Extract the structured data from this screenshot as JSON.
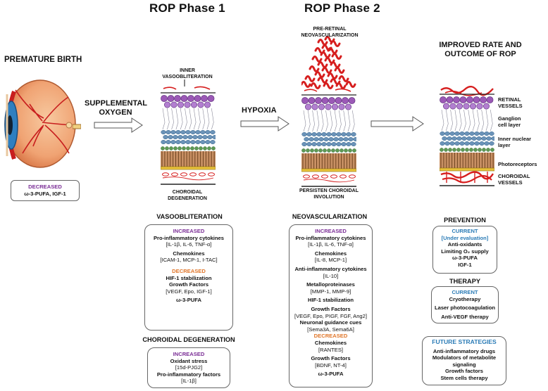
{
  "headers": {
    "phase1": "ROP Phase 1",
    "phase2": "ROP Phase 2",
    "improved_line1": "IMPROVED RATE AND",
    "improved_line2": "OUTCOME OF ROP",
    "premature": "PREMATURE BIRTH"
  },
  "arrows": {
    "supplemental_line1": "SUPPLEMENTAL",
    "supplemental_line2": "OXYGEN",
    "hypoxia": "HYPOXIA"
  },
  "retina_labels": {
    "inner_vaso_line1": "INNER",
    "inner_vaso_line2": "VASOOBLITERATION",
    "choroidal_deg_line1": "CHOROIDAL",
    "choroidal_deg_line2": "DEGENERATION",
    "preretinal_line1": "PRE-RETINAL",
    "preretinal_line2": "NEOVASCULARIZATION",
    "persisten_line1": "PERSISTEN CHOROIDAL",
    "persisten_line2": "INVOLUTION"
  },
  "side_labels": {
    "retinal_vessels_1": "RETINAL",
    "retinal_vessels_2": "VESSELS",
    "ganglion_1": "Ganglion",
    "ganglion_2": "cell layer",
    "inner_nuclear_1": "Inner nuclear",
    "inner_nuclear_2": "layer",
    "photoreceptors": "Photoreceptors",
    "choroidal_vessels_1": "CHOROIDAL",
    "choroidal_vessels_2": "VESSELS"
  },
  "premature_box": {
    "heading": "DECREASED",
    "text": "ω-3-PUFA, IGF-1"
  },
  "vaso": {
    "title": "VASOOBLITERATION",
    "increased": "INCREASED",
    "pro_inflam": "Pro-inflammatory cytokines",
    "pro_inflam_list": "[IL-1β, IL-6, TNF-α]",
    "chemokines": "Chemokines",
    "chemokines_list": "[ICAM-1, MCP-1, I-TAC]",
    "decreased": "DECREASED",
    "hif": "HIF-1 stabilization",
    "growth": "Growth Factors",
    "growth_list": "[VEGF, Epo, IGF-1]",
    "pufa": "ω-3-PUFA"
  },
  "choroidal": {
    "title": "CHOROIDAL DEGENERATION",
    "increased": "INCREASED",
    "oxidant": "Oxidant stress",
    "oxidant_list": "[15d-PJG2]",
    "pro_inflam": "Pro-inflammatory factors",
    "pro_inflam_list": "[IL-1β]"
  },
  "neo": {
    "title": "NEOVASCULARIZATION",
    "increased": "INCREASED",
    "pro_inflam": "Pro-inflammatory cytokines",
    "pro_inflam_list": "[IL-1β, IL-6, TNF-α]",
    "chemokines": "Chemokines",
    "chemokines_list": "[IL-8, MCP-1]",
    "anti_inflam": "Anti-inflammatory cytokines",
    "anti_inflam_list": "[IL-10]",
    "metallo": "Metalloproteinases",
    "metallo_list": "[MMP-1, MMP-9]",
    "hif": "HIF-1 stabilization",
    "growth": "Growth Factors",
    "growth_list": "[VEGF, Epo, PIGF, FGF, Ang2]",
    "neuronal": "Neuronal guidance cues",
    "neuronal_list": "[Sema3A, Sema6A]",
    "decreased": "DECREASED",
    "chemokines2": "Chemokines",
    "chemokines2_list": "[RANTES]",
    "growth2": "Growth Factors",
    "growth2_list": "[BDNF, NT-4]",
    "pufa": "ω-3-PUFA"
  },
  "prevention": {
    "title": "PREVENTION",
    "current": "CURRENT",
    "under_eval": "[Under evaluation]",
    "items": [
      "Anti-oxidants",
      "Limiting O₂ supply",
      "ω-3-PUFA",
      "IGF-1"
    ]
  },
  "therapy": {
    "title": "THERAPY",
    "current": "CURRENT",
    "items": [
      "Cryotherapy",
      "Laser photocoagulation",
      "Anti-VEGF therapy"
    ]
  },
  "future": {
    "title": "FUTURE STRATEGIES",
    "items": [
      "Anti-inflammatory drugs",
      "Modulators of metabolite signaling",
      "Growth factors",
      "Stem cells therapy"
    ]
  },
  "colors": {
    "purple": "#7b2e96",
    "orange": "#e0762a",
    "blue": "#2a7bb6",
    "vessel_red": "#d61e1e",
    "ganglion_purple": "#9b59b6",
    "nuclear_blue": "#6b93b8",
    "photoreceptor_brown": "#a06a3a",
    "rpe_yellow": "#e8c23a"
  }
}
